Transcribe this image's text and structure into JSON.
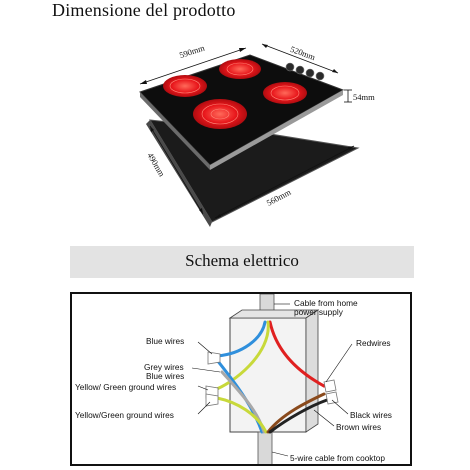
{
  "page": {
    "title": "Dimensione del prodotto",
    "section_title": "Schema elettrico"
  },
  "dimensions": {
    "top_width": "590mm",
    "top_depth": "520mm",
    "height": "54mm",
    "cutout_depth": "490mm",
    "cutout_width": "560mm"
  },
  "wiring": {
    "cable_from_home_line1": "Cable from home",
    "cable_from_home_line2": "power supply",
    "blue_wires": "Blue wires",
    "red_wires": "Redwires",
    "grey_wires": "Grey  wires",
    "blue": "Blue  wires",
    "yellow_green_1": "Yellow/ Green ground wires",
    "yellow_green_2": "Yellow/Green  ground wires",
    "black_wires": "Black wires",
    "brown_wires": "Brown wires",
    "cooktop_cable": "5-wire cable from cooktop"
  },
  "colors": {
    "hob_glass": "#0d0d0d",
    "burner_red": "#e8161b",
    "banner_bg": "#e3e3e3",
    "wire_red": "#e02020",
    "wire_blue": "#2f8fdc",
    "wire_yellow_green": "#c8d93a",
    "wire_brown": "#8a4a1c",
    "wire_black": "#222222",
    "wire_grey": "#a8a8a8"
  }
}
